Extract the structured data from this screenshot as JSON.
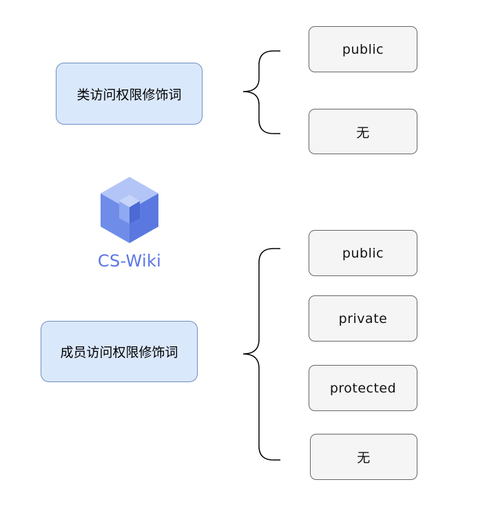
{
  "groups": [
    {
      "label": "类访问权限修饰词",
      "items": [
        "public",
        "无"
      ]
    },
    {
      "label": "成员访问权限修饰词",
      "items": [
        "public",
        "private",
        "protected",
        "无"
      ]
    }
  ],
  "logo": {
    "text": "CS-Wiki",
    "color": "#5b76e4"
  },
  "colors": {
    "group_fill": "#dae8fc",
    "group_stroke": "#6c8ebf",
    "leaf_fill": "#f5f5f5",
    "leaf_stroke": "#666666"
  }
}
